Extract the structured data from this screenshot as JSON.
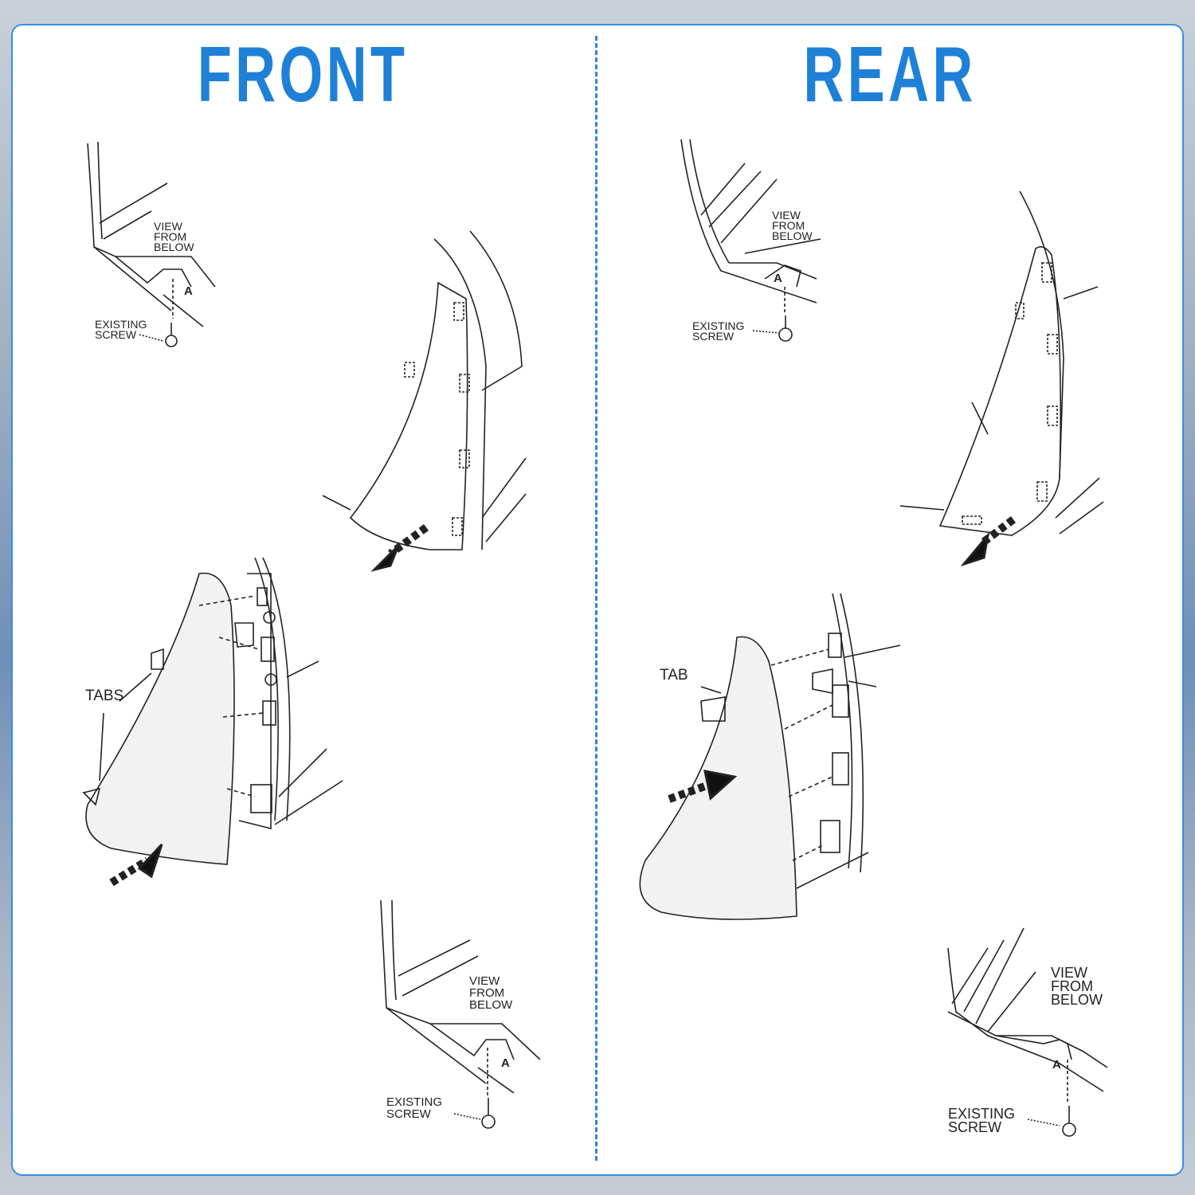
{
  "titles": {
    "front": "FRONT",
    "rear": "REAR"
  },
  "front": {
    "top_view": {
      "view_label": "VIEW\nFROM\nBELOW",
      "screw_label": "EXISTING\nSCREW",
      "point": "A"
    },
    "bottom_view": {
      "view_label": "VIEW\nFROM\nBELOW",
      "screw_label": "EXISTING\nSCREW",
      "point": "A"
    },
    "tabs_label": "TABS"
  },
  "rear": {
    "top_view": {
      "view_label": "VIEW\nFROM\nBELOW",
      "screw_label": "EXISTING\nSCREW",
      "point": "A"
    },
    "bottom_view": {
      "view_label": "VIEW\nFROM\nBELOW",
      "screw_label": "EXISTING\nSCREW",
      "point": "A"
    },
    "tab_label": "TAB"
  },
  "colors": {
    "accent": "#1f80d8",
    "line": "#222222"
  }
}
